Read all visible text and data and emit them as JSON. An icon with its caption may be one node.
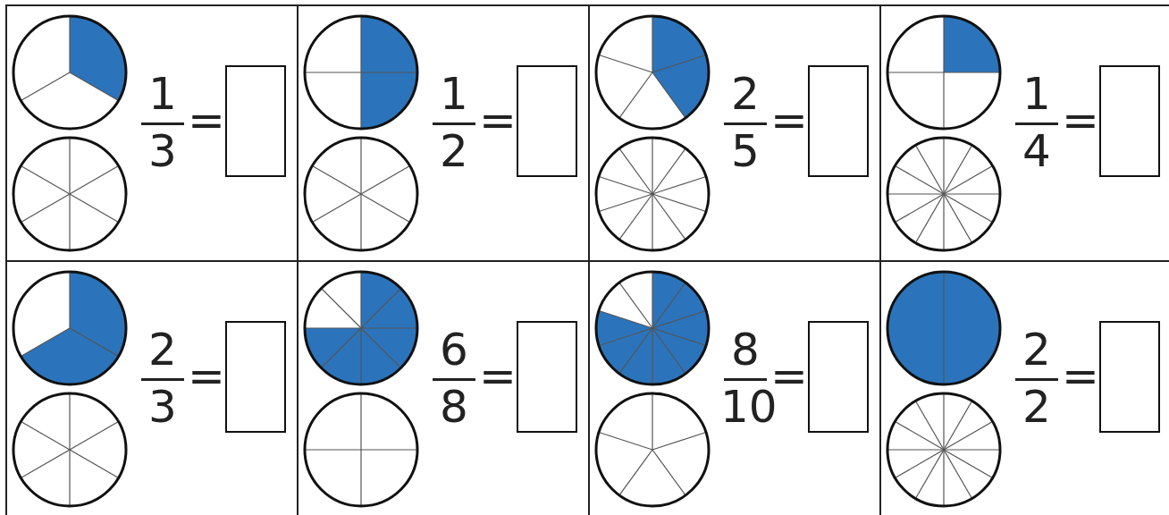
{
  "diagram": {
    "labels": [
      "1",
      "3",
      "=",
      "1",
      "2",
      "=",
      "2",
      "5",
      "=",
      "1",
      "4",
      "=",
      "2",
      "3",
      "=",
      "6",
      "8",
      "=",
      "8",
      "10",
      "=",
      "2",
      "2",
      "="
    ]
  }
}
